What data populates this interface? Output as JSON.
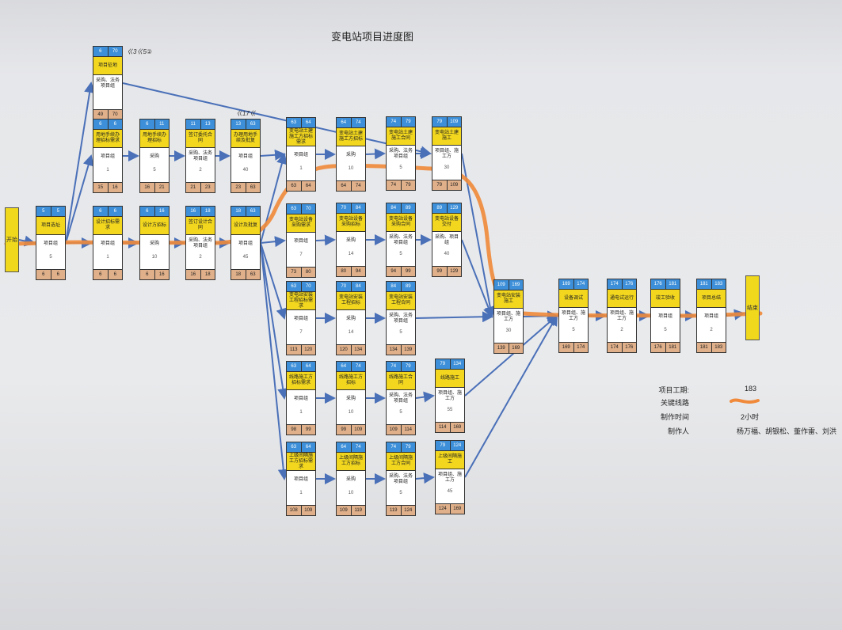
{
  "title": "变电站项目进度图",
  "terminals": {
    "start": "开始",
    "end": "结束"
  },
  "nodes": [
    {
      "id": "n1",
      "es": "6",
      "ef": "70",
      "name": "项目征地",
      "owner": "采购、法务\n项目组",
      "dur": "",
      "ls": "49",
      "lf": "70"
    },
    {
      "id": "n2",
      "es": "6",
      "ef": "6",
      "name": "用地手续办理招标需求",
      "owner": "项目组",
      "dur": "1",
      "ls": "15",
      "lf": "16"
    },
    {
      "id": "n3",
      "es": "6",
      "ef": "11",
      "name": "用地手续办理招标",
      "owner": "采购",
      "dur": "5",
      "ls": "16",
      "lf": "21"
    },
    {
      "id": "n4",
      "es": "11",
      "ef": "13",
      "name": "签订委托合同",
      "owner": "采购、法务\n项目组",
      "dur": "2",
      "ls": "21",
      "lf": "23"
    },
    {
      "id": "n5",
      "es": "13",
      "ef": "63",
      "name": "办理用地手续及批复",
      "owner": "项目组",
      "dur": "40",
      "ls": "23",
      "lf": "63"
    },
    {
      "id": "n6",
      "es": "63",
      "ef": "64",
      "name": "变电站土建施工方招标需求",
      "owner": "项目组",
      "dur": "1",
      "ls": "63",
      "lf": "64"
    },
    {
      "id": "n7",
      "es": "64",
      "ef": "74",
      "name": "变电站土建施工方招标",
      "owner": "采购",
      "dur": "10",
      "ls": "64",
      "lf": "74"
    },
    {
      "id": "n8",
      "es": "74",
      "ef": "79",
      "name": "变电站土建施工合同",
      "owner": "采购、法务\n项目组",
      "dur": "5",
      "ls": "74",
      "lf": "79"
    },
    {
      "id": "n9",
      "es": "79",
      "ef": "109",
      "name": "变电站土建施工",
      "owner": "项目组、施工方",
      "dur": "30",
      "ls": "79",
      "lf": "109"
    },
    {
      "id": "n10",
      "es": "5",
      "ef": "5",
      "name": "项目选址",
      "owner": "项目组",
      "dur": "5",
      "ls": "6",
      "lf": "6"
    },
    {
      "id": "n11",
      "es": "6",
      "ef": "6",
      "name": "设计招标需求",
      "owner": "项目组",
      "dur": "1",
      "ls": "6",
      "lf": "6"
    },
    {
      "id": "n12",
      "es": "6",
      "ef": "16",
      "name": "设计方招标",
      "owner": "采购",
      "dur": "10",
      "ls": "6",
      "lf": "16"
    },
    {
      "id": "n13",
      "es": "16",
      "ef": "18",
      "name": "签订设计合同",
      "owner": "采购、法务\n项目组",
      "dur": "2",
      "ls": "16",
      "lf": "18"
    },
    {
      "id": "n14",
      "es": "18",
      "ef": "63",
      "name": "设计及批复",
      "owner": "项目组",
      "dur": "45",
      "ls": "18",
      "lf": "63"
    },
    {
      "id": "n15",
      "es": "63",
      "ef": "70",
      "name": "变电站设备采购需求",
      "owner": "项目组",
      "dur": "7",
      "ls": "73",
      "lf": "80"
    },
    {
      "id": "n16",
      "es": "70",
      "ef": "84",
      "name": "变电站设备采购招标",
      "owner": "采购",
      "dur": "14",
      "ls": "80",
      "lf": "94"
    },
    {
      "id": "n17",
      "es": "84",
      "ef": "89",
      "name": "变电站设备采购合同",
      "owner": "采购、法务\n项目组",
      "dur": "5",
      "ls": "94",
      "lf": "99"
    },
    {
      "id": "n18",
      "es": "89",
      "ef": "129",
      "name": "变电站设备交付",
      "owner": "采购、项目组",
      "dur": "40",
      "ls": "99",
      "lf": "129"
    },
    {
      "id": "n19",
      "es": "63",
      "ef": "70",
      "name": "变电站安装工程招标需求",
      "owner": "项目组",
      "dur": "7",
      "ls": "113",
      "lf": "120"
    },
    {
      "id": "n20",
      "es": "70",
      "ef": "84",
      "name": "变电站安装工程招标",
      "owner": "采购",
      "dur": "14",
      "ls": "120",
      "lf": "134"
    },
    {
      "id": "n21",
      "es": "84",
      "ef": "89",
      "name": "变电站安装工程合同",
      "owner": "采购、法务\n项目组",
      "dur": "5",
      "ls": "134",
      "lf": "139"
    },
    {
      "id": "n22",
      "es": "109",
      "ef": "169",
      "name": "变电站安装施工",
      "owner": "项目组、施工方",
      "dur": "30",
      "ls": "139",
      "lf": "169"
    },
    {
      "id": "n23",
      "es": "63",
      "ef": "64",
      "name": "线路施工方招标需求",
      "owner": "项目组",
      "dur": "1",
      "ls": "98",
      "lf": "99"
    },
    {
      "id": "n24",
      "es": "64",
      "ef": "74",
      "name": "线路施工方招标",
      "owner": "采购",
      "dur": "10",
      "ls": "99",
      "lf": "109"
    },
    {
      "id": "n25",
      "es": "74",
      "ef": "79",
      "name": "线路施工合同",
      "owner": "采购、法务\n项目组",
      "dur": "5",
      "ls": "109",
      "lf": "114"
    },
    {
      "id": "n26",
      "es": "79",
      "ef": "134",
      "name": "线路施工",
      "owner": "项目组、施工方",
      "dur": "55",
      "ls": "114",
      "lf": "169"
    },
    {
      "id": "n27",
      "es": "63",
      "ef": "64",
      "name": "上级间隔施工方招标需求",
      "owner": "项目组",
      "dur": "1",
      "ls": "108",
      "lf": "109"
    },
    {
      "id": "n28",
      "es": "64",
      "ef": "74",
      "name": "上级间隔施工方招标",
      "owner": "采购",
      "dur": "10",
      "ls": "109",
      "lf": "119"
    },
    {
      "id": "n29",
      "es": "74",
      "ef": "79",
      "name": "上级间隔施工方合同",
      "owner": "采购、法务\n项目组",
      "dur": "5",
      "ls": "119",
      "lf": "124"
    },
    {
      "id": "n30",
      "es": "79",
      "ef": "124",
      "name": "上级间隔施工",
      "owner": "项目组、施工方",
      "dur": "45",
      "ls": "124",
      "lf": "169"
    },
    {
      "id": "n31",
      "es": "169",
      "ef": "174",
      "name": "设备调试",
      "owner": "项目组、施工方",
      "dur": "5",
      "ls": "169",
      "lf": "174"
    },
    {
      "id": "n32",
      "es": "174",
      "ef": "176",
      "name": "通电试运行",
      "owner": "项目组、施工方",
      "dur": "2",
      "ls": "174",
      "lf": "176"
    },
    {
      "id": "n33",
      "es": "176",
      "ef": "181",
      "name": "竣工验收",
      "owner": "项目组",
      "dur": "5",
      "ls": "176",
      "lf": "181"
    },
    {
      "id": "n34",
      "es": "181",
      "ef": "183",
      "name": "项目总结",
      "owner": "项目组",
      "dur": "2",
      "ls": "181",
      "lf": "183"
    }
  ],
  "legend": {
    "duration_label": "项目工期:",
    "duration_value": "183",
    "critical_label": "关键线路",
    "time_label": "制作时间",
    "time_value": "2小时",
    "author_label": "制作人",
    "author_value": "杨万福、胡银松、董作雷、刘洪"
  },
  "handwriting": {
    "a": "ㄍ3ㄍ5②",
    "b": "ㄍ17ㄍ"
  }
}
